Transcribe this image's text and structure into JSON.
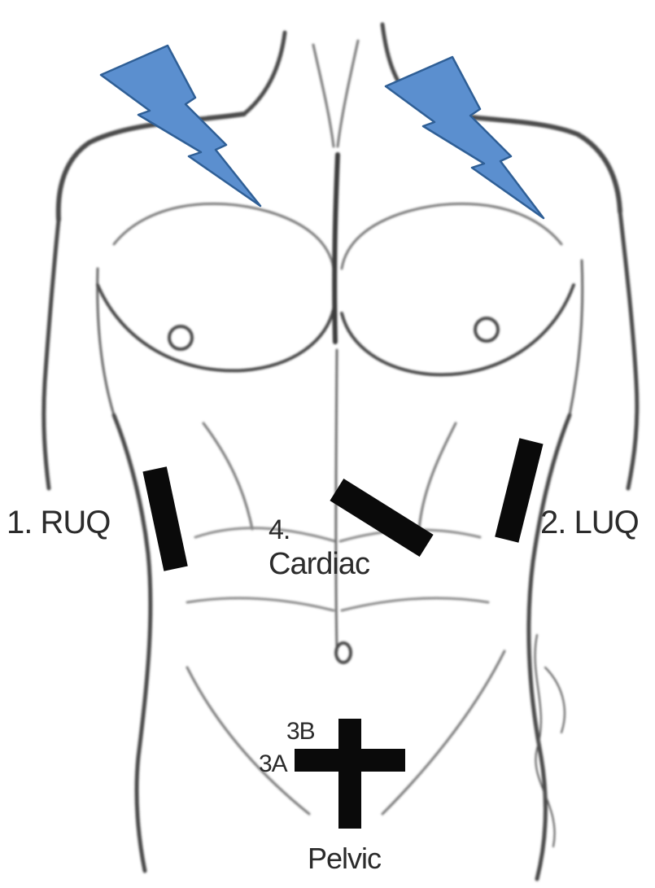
{
  "labels": {
    "ruq": "1. RUQ",
    "luq": "2. LUQ",
    "cardiac_number": "4.",
    "cardiac": "Cardiac",
    "pelvic_3b": "3B",
    "pelvic_3a": "3A",
    "pelvic": "Pelvic"
  },
  "colors": {
    "lightning": "#5b8fcf",
    "lightning_stroke": "#2f5f96",
    "probe": "#0a0a0a",
    "sketch": "#555555"
  },
  "icons": [
    "lightning-bolt-icon",
    "lightning-bolt-icon"
  ]
}
